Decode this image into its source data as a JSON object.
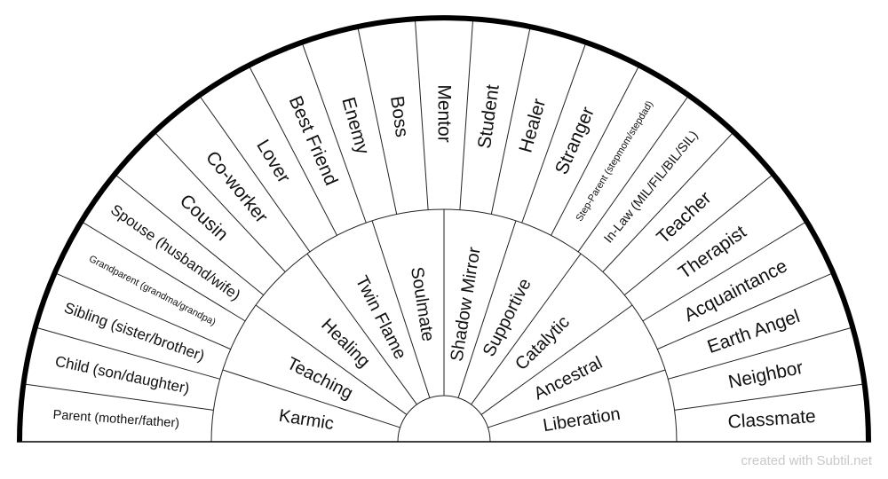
{
  "colors": {
    "background": "#ffffff",
    "outer_arc": "#000000",
    "spokes": "#222222",
    "text": "#111111",
    "credit": "#c8c8c8"
  },
  "outer_ring": [
    {
      "label": "Parent (mother/father)",
      "size": "small"
    },
    {
      "label": "Child (son/daughter)",
      "size": "mid"
    },
    {
      "label": "Sibling (sister/brother)",
      "size": "mid"
    },
    {
      "label": "Grandparent (grandma/grandpa)",
      "size": "tiny"
    },
    {
      "label": "Spouse (husband/wife)",
      "size": "mid"
    },
    {
      "label": "Cousin",
      "size": "big"
    },
    {
      "label": "Co-worker",
      "size": "big"
    },
    {
      "label": "Lover",
      "size": "big"
    },
    {
      "label": "Best Friend",
      "size": "big"
    },
    {
      "label": "Enemy",
      "size": "big"
    },
    {
      "label": "Boss",
      "size": "big"
    },
    {
      "label": "Mentor",
      "size": "big"
    },
    {
      "label": "Student",
      "size": "big"
    },
    {
      "label": "Healer",
      "size": "big"
    },
    {
      "label": "Stranger",
      "size": "big"
    },
    {
      "label": "Step-Parent (stepmom/stepdad)",
      "size": "tiny"
    },
    {
      "label": "In-Law (MIL/FIL/BIL/SIL)",
      "size": "small"
    },
    {
      "label": "Teacher",
      "size": "big"
    },
    {
      "label": "Therapist",
      "size": "big"
    },
    {
      "label": "Acquaintance",
      "size": "big"
    },
    {
      "label": "Earth Angel",
      "size": "big"
    },
    {
      "label": "Neighbor",
      "size": "big"
    },
    {
      "label": "Classmate",
      "size": "big"
    }
  ],
  "inner_ring": [
    {
      "label": "Karmic"
    },
    {
      "label": "Teaching"
    },
    {
      "label": "Healing"
    },
    {
      "label": "Twin Flame"
    },
    {
      "label": "Soulmate"
    },
    {
      "label": "Shadow Mirror"
    },
    {
      "label": "Supportive"
    },
    {
      "label": "Catalytic"
    },
    {
      "label": "Ancestral"
    },
    {
      "label": "Liberation"
    }
  ],
  "credit": "created with Subtil.net"
}
